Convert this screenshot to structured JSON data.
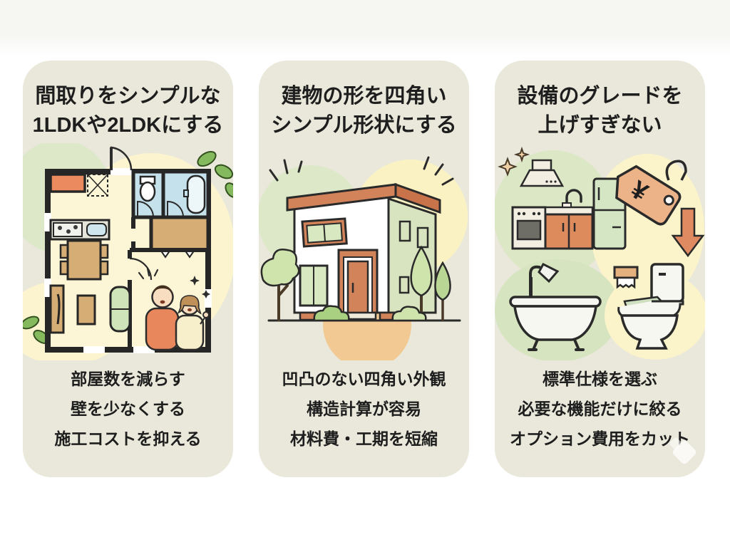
{
  "colors": {
    "page_bg": "#ffffff",
    "top_strip": "#f6f6f3",
    "card_bg": "#e9e8da",
    "green_blob": "#dce8c8",
    "yellow_blob": "#fbf4cf",
    "orange_accent": "#e9875c",
    "terracotta_roof": "#d2835a",
    "light_blue_bath": "#c5e1ec",
    "tan_wood": "#d6ad75",
    "sofa_green": "#cfe4b8",
    "leaf_green": "#85b95e",
    "price_tag": "#ecb288",
    "arrow_orange": "#e08a62",
    "outline": "#262626",
    "text": "#1e1e1e"
  },
  "cards": [
    {
      "id": "floor-plan",
      "title_lines": [
        "間取りをシンプルな",
        "1LDKや2LDKにする"
      ],
      "illustration": "floor-plan-1ldk-with-couple",
      "facts": [
        "部屋数を減らす",
        "壁を少なくする",
        "施工コストを抑える"
      ]
    },
    {
      "id": "building-shape",
      "title_lines": [
        "建物の形を四角い",
        "シンプル形状にする"
      ],
      "illustration": "simple-square-house",
      "facts": [
        "凹凸のない四角い外観",
        "構造計算が容易",
        "材料費・工期を短縮"
      ]
    },
    {
      "id": "equipment-grade",
      "title_lines": [
        "設備のグレードを",
        "上げすぎない"
      ],
      "illustration": "kitchen-bath-toilet-price-tag",
      "tag_symbol": "¥",
      "facts": [
        "標準仕様を選ぶ",
        "必要な機能だけに絞る",
        "オプション費用をカット"
      ]
    }
  ]
}
